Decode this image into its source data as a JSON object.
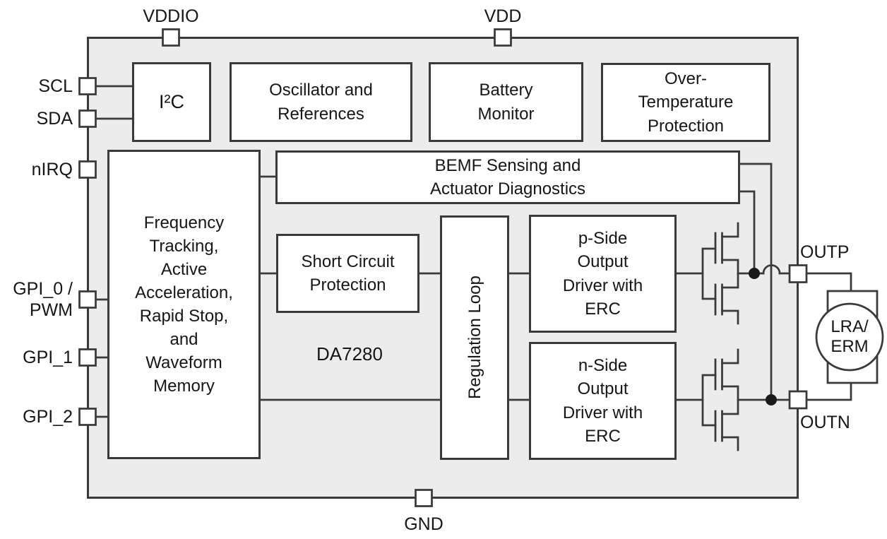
{
  "diagram": {
    "chip_label": "DA7280",
    "pins": {
      "vddio": "VDDIO",
      "vdd": "VDD",
      "gnd": "GND",
      "scl": "SCL",
      "sda": "SDA",
      "nirq": "nIRQ",
      "gpi0": "GPI_0 /\nPWM",
      "gpi1": "GPI_1",
      "gpi2": "GPI_2",
      "outp": "OUTP",
      "outn": "OUTN"
    },
    "blocks": {
      "i2c": "I²C",
      "oscillator": "Oscillator and\nReferences",
      "battery": "Battery\nMonitor",
      "over_temp": "Over-\nTemperature\nProtection",
      "bemf": "BEMF Sensing and\nActuator Diagnostics",
      "frequency": "Frequency\nTracking,\nActive\nAcceleration,\nRapid Stop,\nand\nWaveform\nMemory",
      "short_circuit": "Short Circuit\nProtection",
      "regulation": "Regulation Loop",
      "p_side": "p-Side\nOutput\nDriver with\nERC",
      "n_side": "n-Side\nOutput\nDriver with\nERC"
    },
    "actuator_label": "LRA/\nERM",
    "colors": {
      "chip_fill": "#ececec",
      "block_fill": "#ffffff",
      "line": "#3a3a3a",
      "text": "#161616"
    }
  }
}
